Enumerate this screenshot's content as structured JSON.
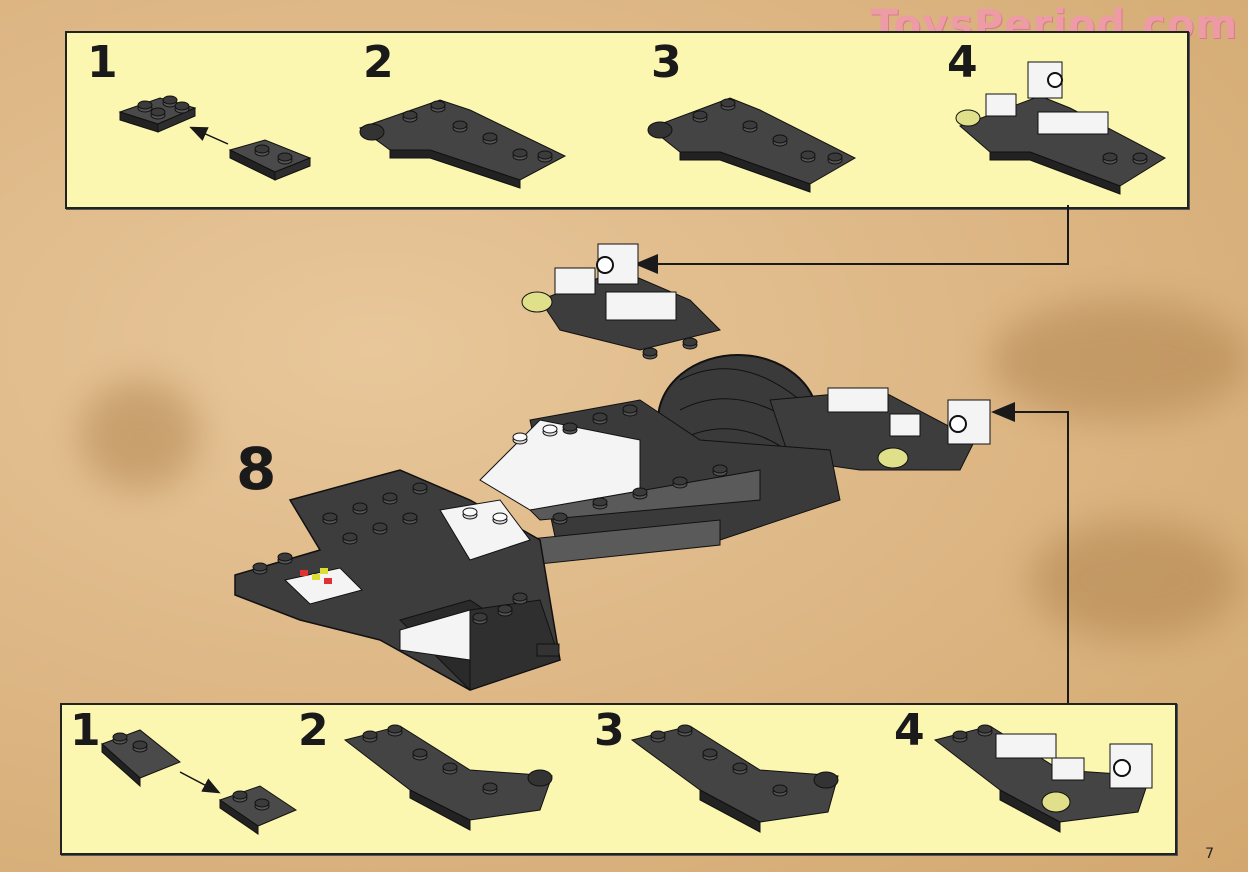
{
  "watermark": "ToysPeriod.com",
  "top_panel": {
    "steps": [
      "1",
      "2",
      "3",
      "4"
    ]
  },
  "main_step": "8",
  "bottom_panel": {
    "steps": [
      "1",
      "2",
      "3",
      "4"
    ]
  },
  "page_number": "7",
  "colors": {
    "background": "#deb887",
    "panel": "#fbf7b0",
    "brick_dark": "#3b3b3b",
    "brick_light": "#f2f2f2",
    "accent_yellow": "#dede80",
    "watermark": "#ef9aa8"
  }
}
